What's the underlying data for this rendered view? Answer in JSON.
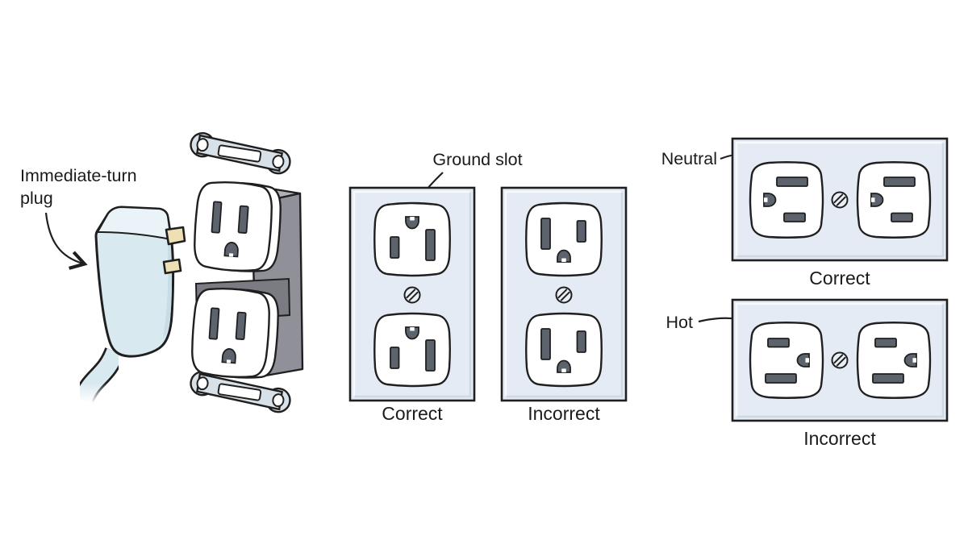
{
  "annotations": {
    "immediate_turn_plug": [
      "Immediate-turn",
      "plug"
    ],
    "ground_slot": "Ground slot",
    "neutral": "Neutral",
    "hot": "Hot"
  },
  "panels": {
    "vertical": {
      "correct": "Correct",
      "incorrect": "Incorrect"
    },
    "horizontal": {
      "correct": "Correct",
      "incorrect": "Incorrect"
    }
  },
  "icons": {
    "screw": "slotted-screw",
    "arrowhead": "open-v-arrowhead"
  },
  "colors": {
    "bg": "#ffffff",
    "line": "#1f1f1f",
    "plate": "#e4ebf4",
    "plate_hi": "#f7fafd",
    "plate_sh": "#ccd5df",
    "face": "#ffffff",
    "slot": "#5c636d",
    "screw_face": "#e9eef5",
    "plug": "#d9e9f0",
    "plug_hi": "#eaf3f7",
    "plug_sh": "#c8dce5",
    "prong": "#efdfb5",
    "metal": "#d9e1e8",
    "box": "#909098",
    "box_top": "#aeb1b9",
    "box_band": "#7b7b83"
  }
}
